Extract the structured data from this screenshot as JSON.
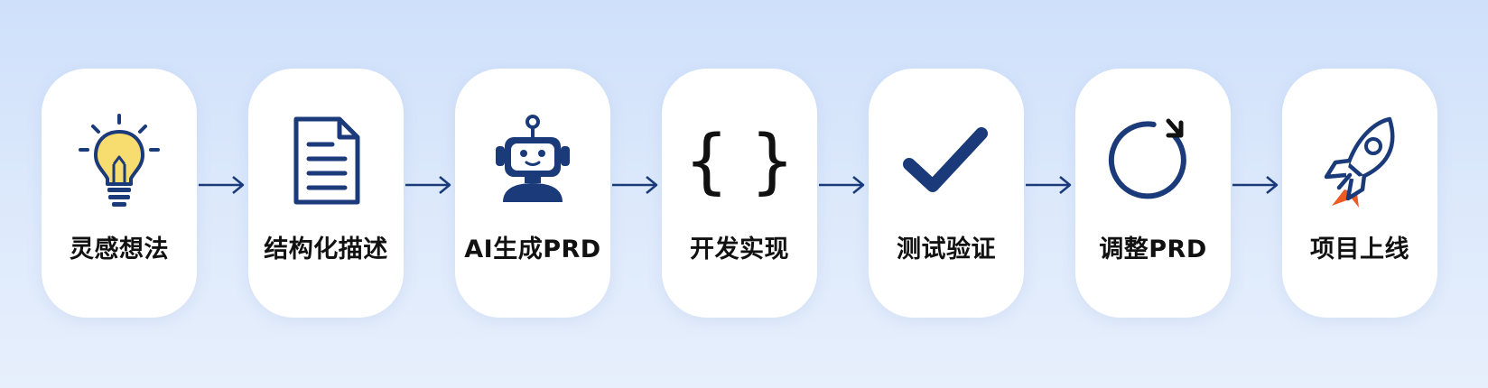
{
  "colors": {
    "navy": "#1a3a7a",
    "bulb_yellow": "#f7dc6f",
    "flame_orange": "#ee5a24",
    "text": "#111111"
  },
  "steps": [
    {
      "label": "灵感想法",
      "icon": "lightbulb-icon"
    },
    {
      "label": "结构化描述",
      "icon": "document-icon"
    },
    {
      "label": "AI生成PRD",
      "icon": "robot-icon"
    },
    {
      "label": "开发实现",
      "icon": "code-braces-icon"
    },
    {
      "label": "测试验证",
      "icon": "checkmark-icon"
    },
    {
      "label": "调整PRD",
      "icon": "refresh-icon"
    },
    {
      "label": "项目上线",
      "icon": "rocket-icon"
    }
  ]
}
